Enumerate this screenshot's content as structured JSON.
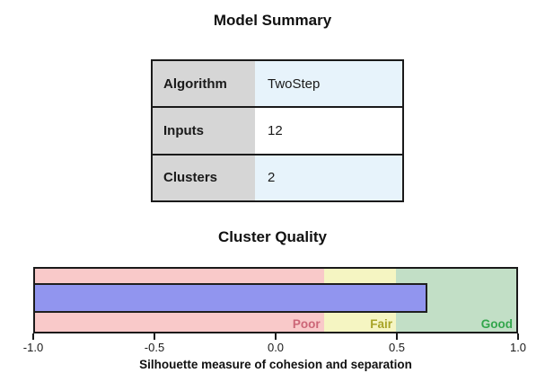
{
  "model_summary": {
    "title": "Model Summary",
    "rows": [
      {
        "label": "Algorithm",
        "value": "TwoStep"
      },
      {
        "label": "Inputs",
        "value": "12"
      },
      {
        "label": "Clusters",
        "value": "2"
      }
    ]
  },
  "chart_data": {
    "type": "bar",
    "title": "Cluster Quality",
    "xlabel": "Silhouette measure of cohesion and separation",
    "xlim": [
      -1.0,
      1.0
    ],
    "x_ticks": [
      -1.0,
      -0.5,
      0.0,
      0.5,
      1.0
    ],
    "tick_labels": [
      "-1.0",
      "-0.5",
      "0.0",
      "0.5",
      "1.0"
    ],
    "bar_value": 0.63,
    "bar_color": "#9195ef",
    "bar_border_color": "#1f1f1f",
    "grid": false,
    "legend": "none",
    "zones": [
      {
        "label": "Poor",
        "from": -1.0,
        "to": 0.2,
        "fill": "#f9c9c9",
        "label_color": "#cc6677"
      },
      {
        "label": "Fair",
        "from": 0.2,
        "to": 0.5,
        "fill": "#f5f5c2",
        "label_color": "#a8a428"
      },
      {
        "label": "Good",
        "from": 0.5,
        "to": 1.0,
        "fill": "#c2dfc6",
        "label_color": "#33a64c"
      }
    ]
  }
}
